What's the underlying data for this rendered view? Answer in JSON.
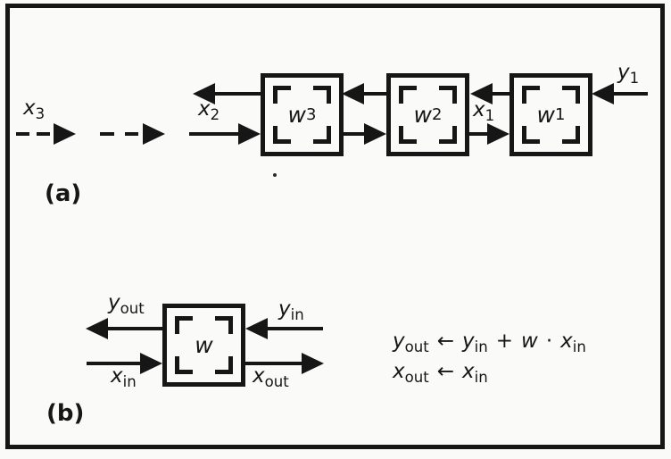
{
  "figure": {
    "panel_a_tag": "(a)",
    "panel_b_tag": "(b)"
  },
  "colors": {
    "ink": "#161616",
    "paper": "#fafaf8"
  },
  "panel_a": {
    "cells": [
      {
        "base": "w",
        "sub": "3"
      },
      {
        "base": "w",
        "sub": "2"
      },
      {
        "base": "w",
        "sub": "1"
      }
    ],
    "signals": {
      "x3": {
        "base": "x",
        "sub": "3"
      },
      "x2": {
        "base": "x",
        "sub": "2"
      },
      "x1": {
        "base": "x",
        "sub": "1"
      },
      "y1": {
        "base": "y",
        "sub": "1"
      }
    }
  },
  "panel_b": {
    "cell": {
      "base": "w"
    },
    "signals": {
      "y_out": {
        "base": "y",
        "sub": "out"
      },
      "y_in": {
        "base": "y",
        "sub": "in"
      },
      "x_in": {
        "base": "x",
        "sub": "in"
      },
      "x_out": {
        "base": "x",
        "sub": "out"
      }
    },
    "equations": [
      {
        "lhs_base": "y",
        "lhs_sub": "out",
        "arrow": "←",
        "t1_base": "y",
        "t1_sub": "in",
        "plus": "+",
        "w": "w",
        "dot": "·",
        "t2_base": "x",
        "t2_sub": "in"
      },
      {
        "lhs_base": "x",
        "lhs_sub": "out",
        "arrow": "←",
        "t1_base": "x",
        "t1_sub": "in"
      }
    ]
  }
}
